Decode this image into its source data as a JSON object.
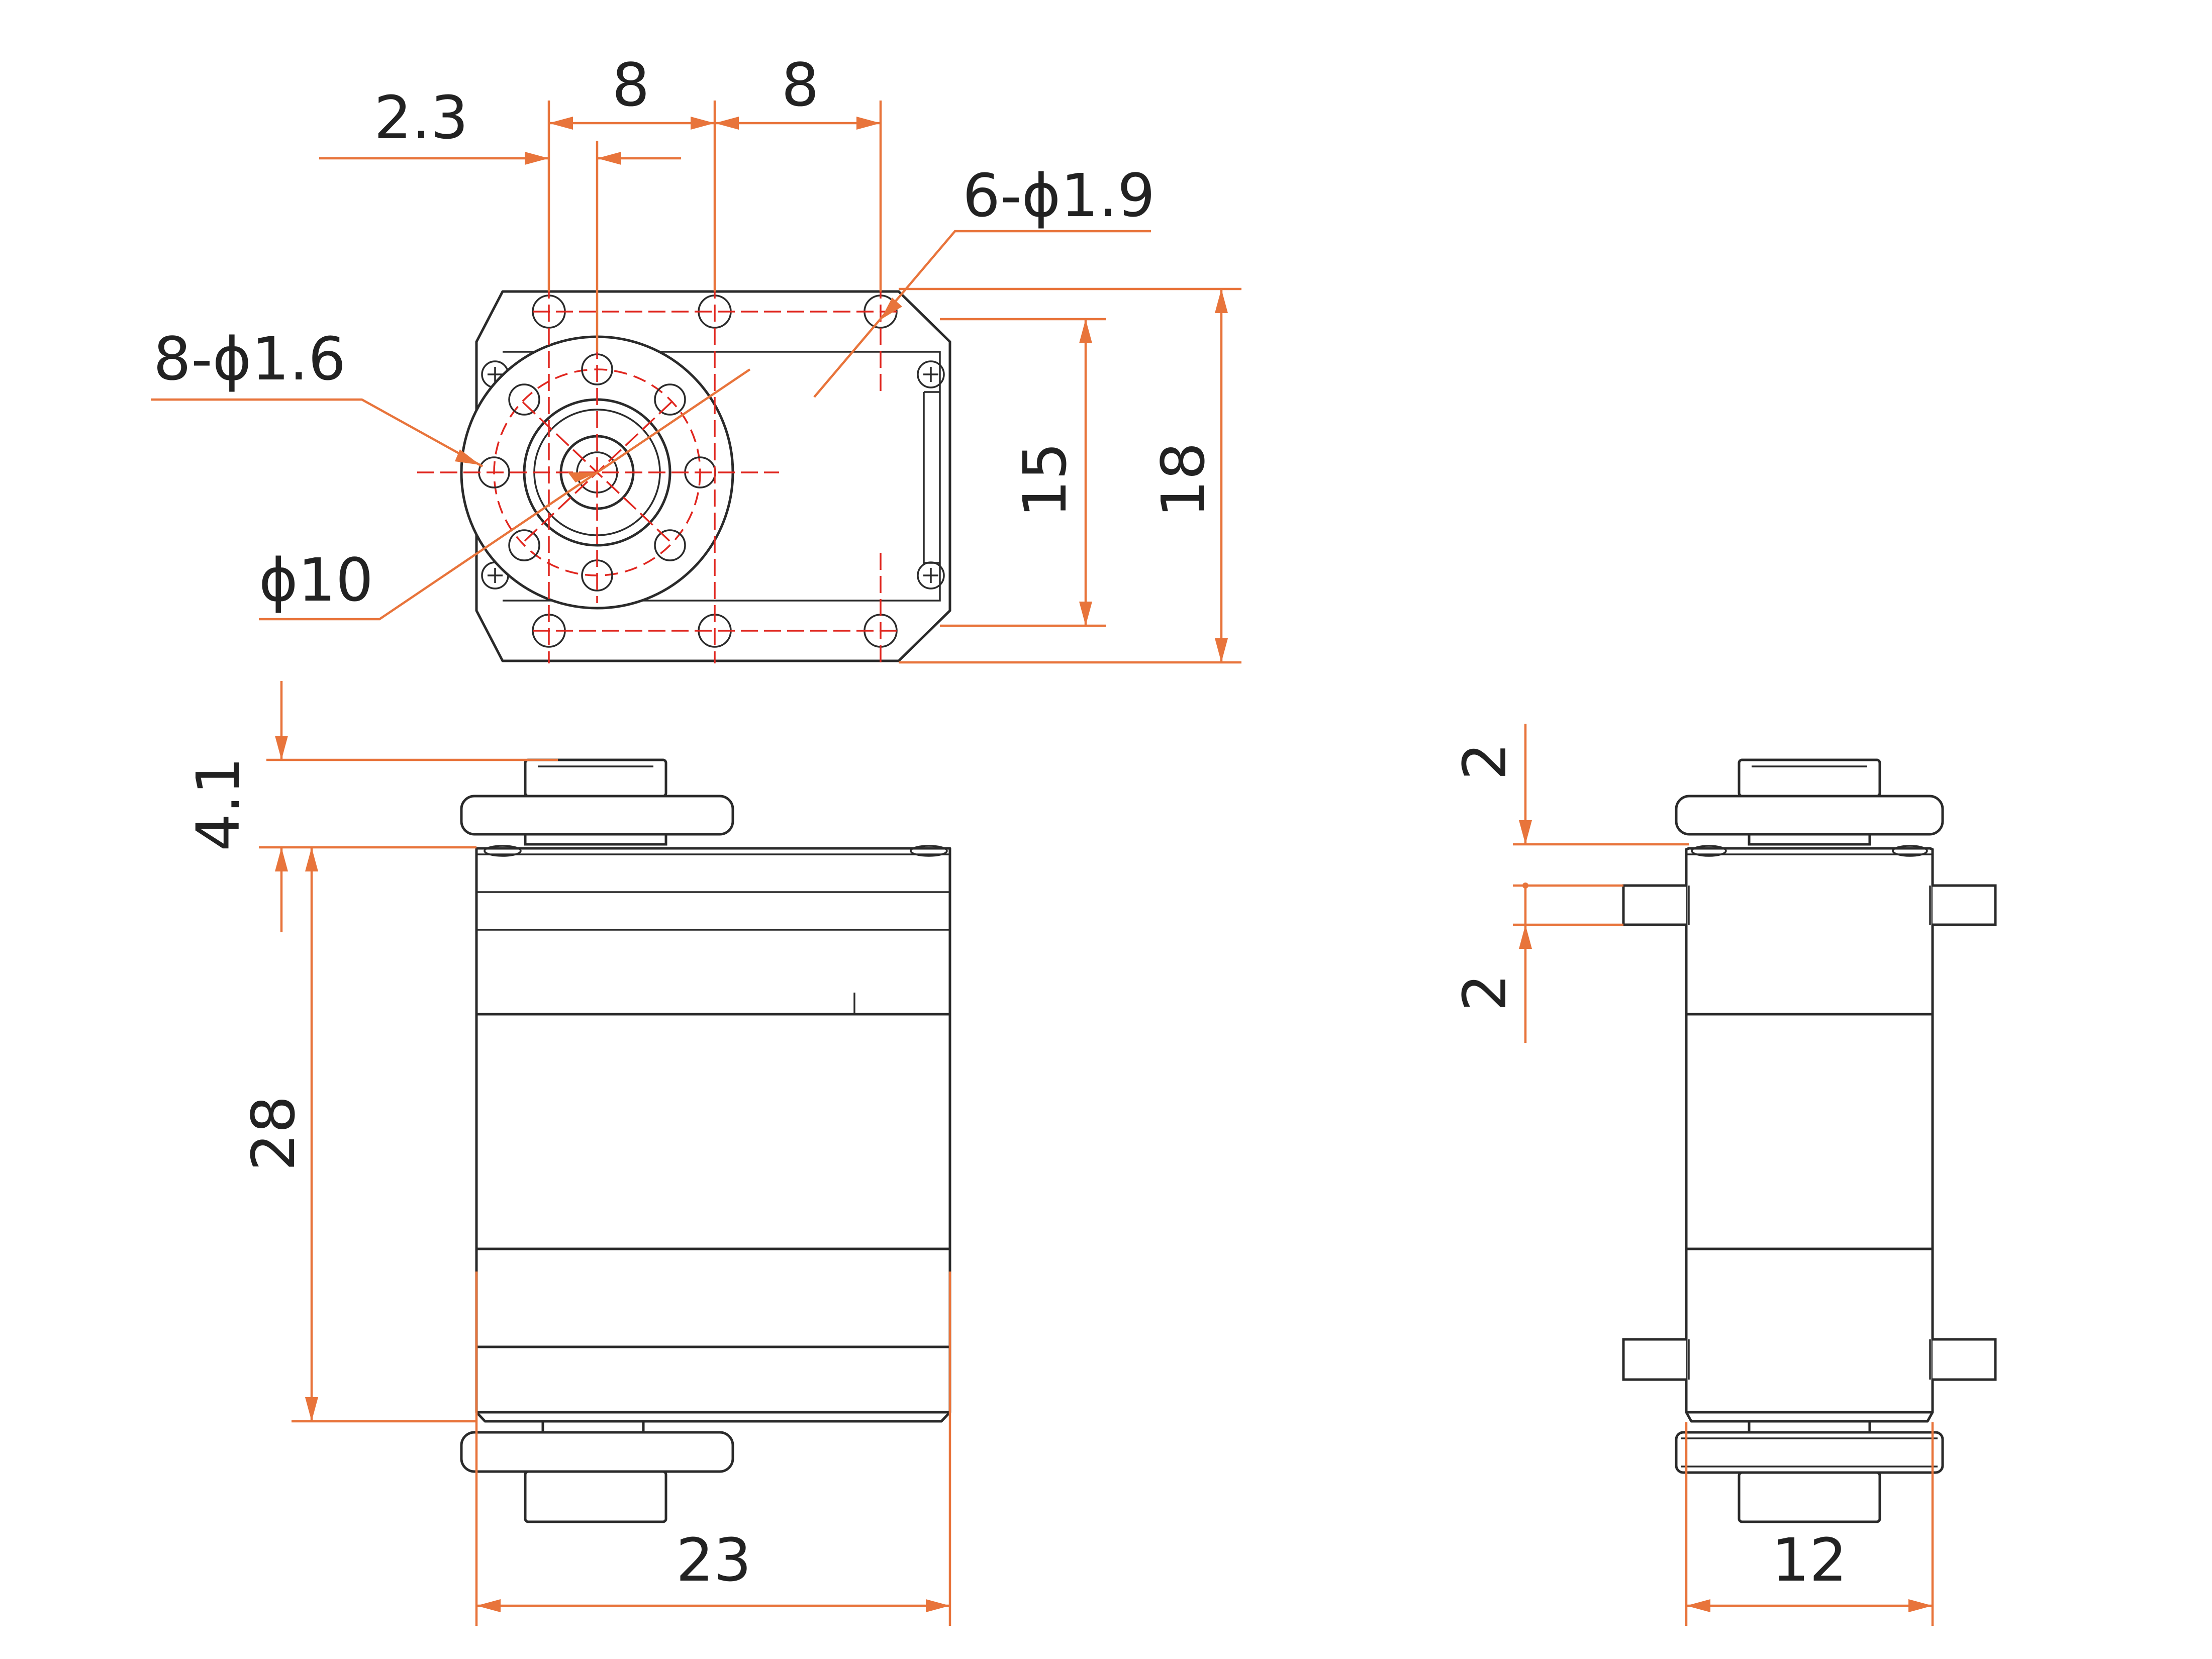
{
  "colors": {
    "outline": "#2a2a2a",
    "dimension": "#e8743b",
    "centerline": "#e0261f"
  },
  "top_view": {
    "dim_pitch_left": "8",
    "dim_pitch_right": "8",
    "dim_offset": "2.3",
    "holes_6": "6-ϕ1.9",
    "holes_8": "8-ϕ1.6",
    "diameter_10": "ϕ10",
    "dim_inner_height": "15",
    "dim_outer_height": "18"
  },
  "front_view": {
    "dim_horn_height": "4.1",
    "dim_body_height": "28",
    "dim_width": "23"
  },
  "side_view": {
    "dim_tab_top": "2",
    "dim_tab_bottom": "2",
    "dim_width": "12"
  }
}
